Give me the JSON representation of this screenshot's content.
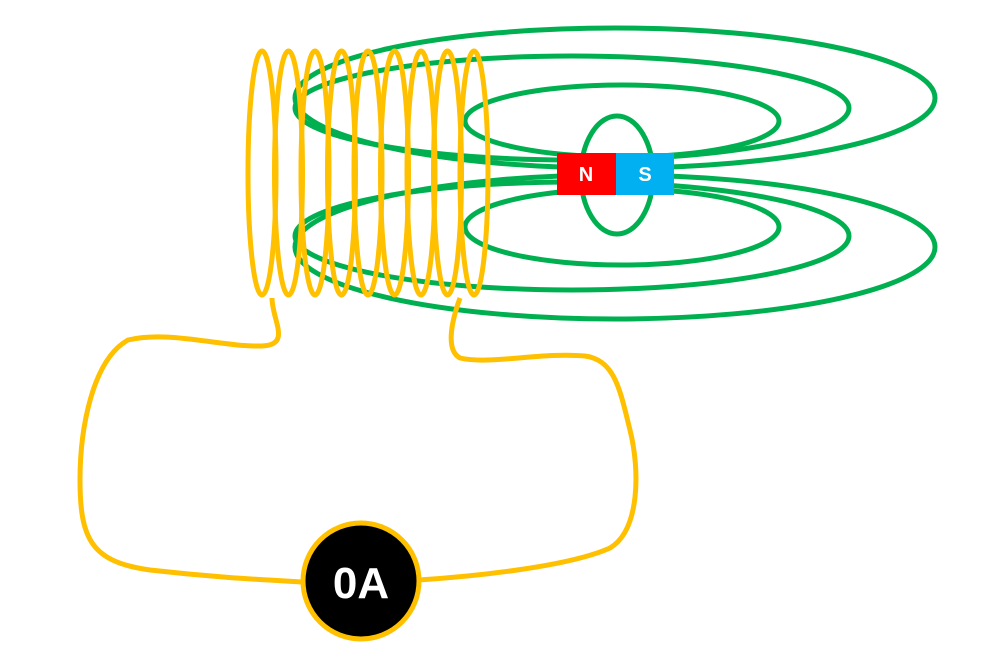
{
  "colors": {
    "background": "#ffffff",
    "wire": "#ffc000",
    "field_lines": "#00b050",
    "magnet_north": "#ff0000",
    "magnet_south": "#00b0f0",
    "meter_face": "#000000",
    "label_text": "#ffffff"
  },
  "magnet": {
    "north_label": "N",
    "south_label": "S"
  },
  "ammeter": {
    "reading": "0A"
  },
  "coil": {
    "loop_count": 9
  }
}
